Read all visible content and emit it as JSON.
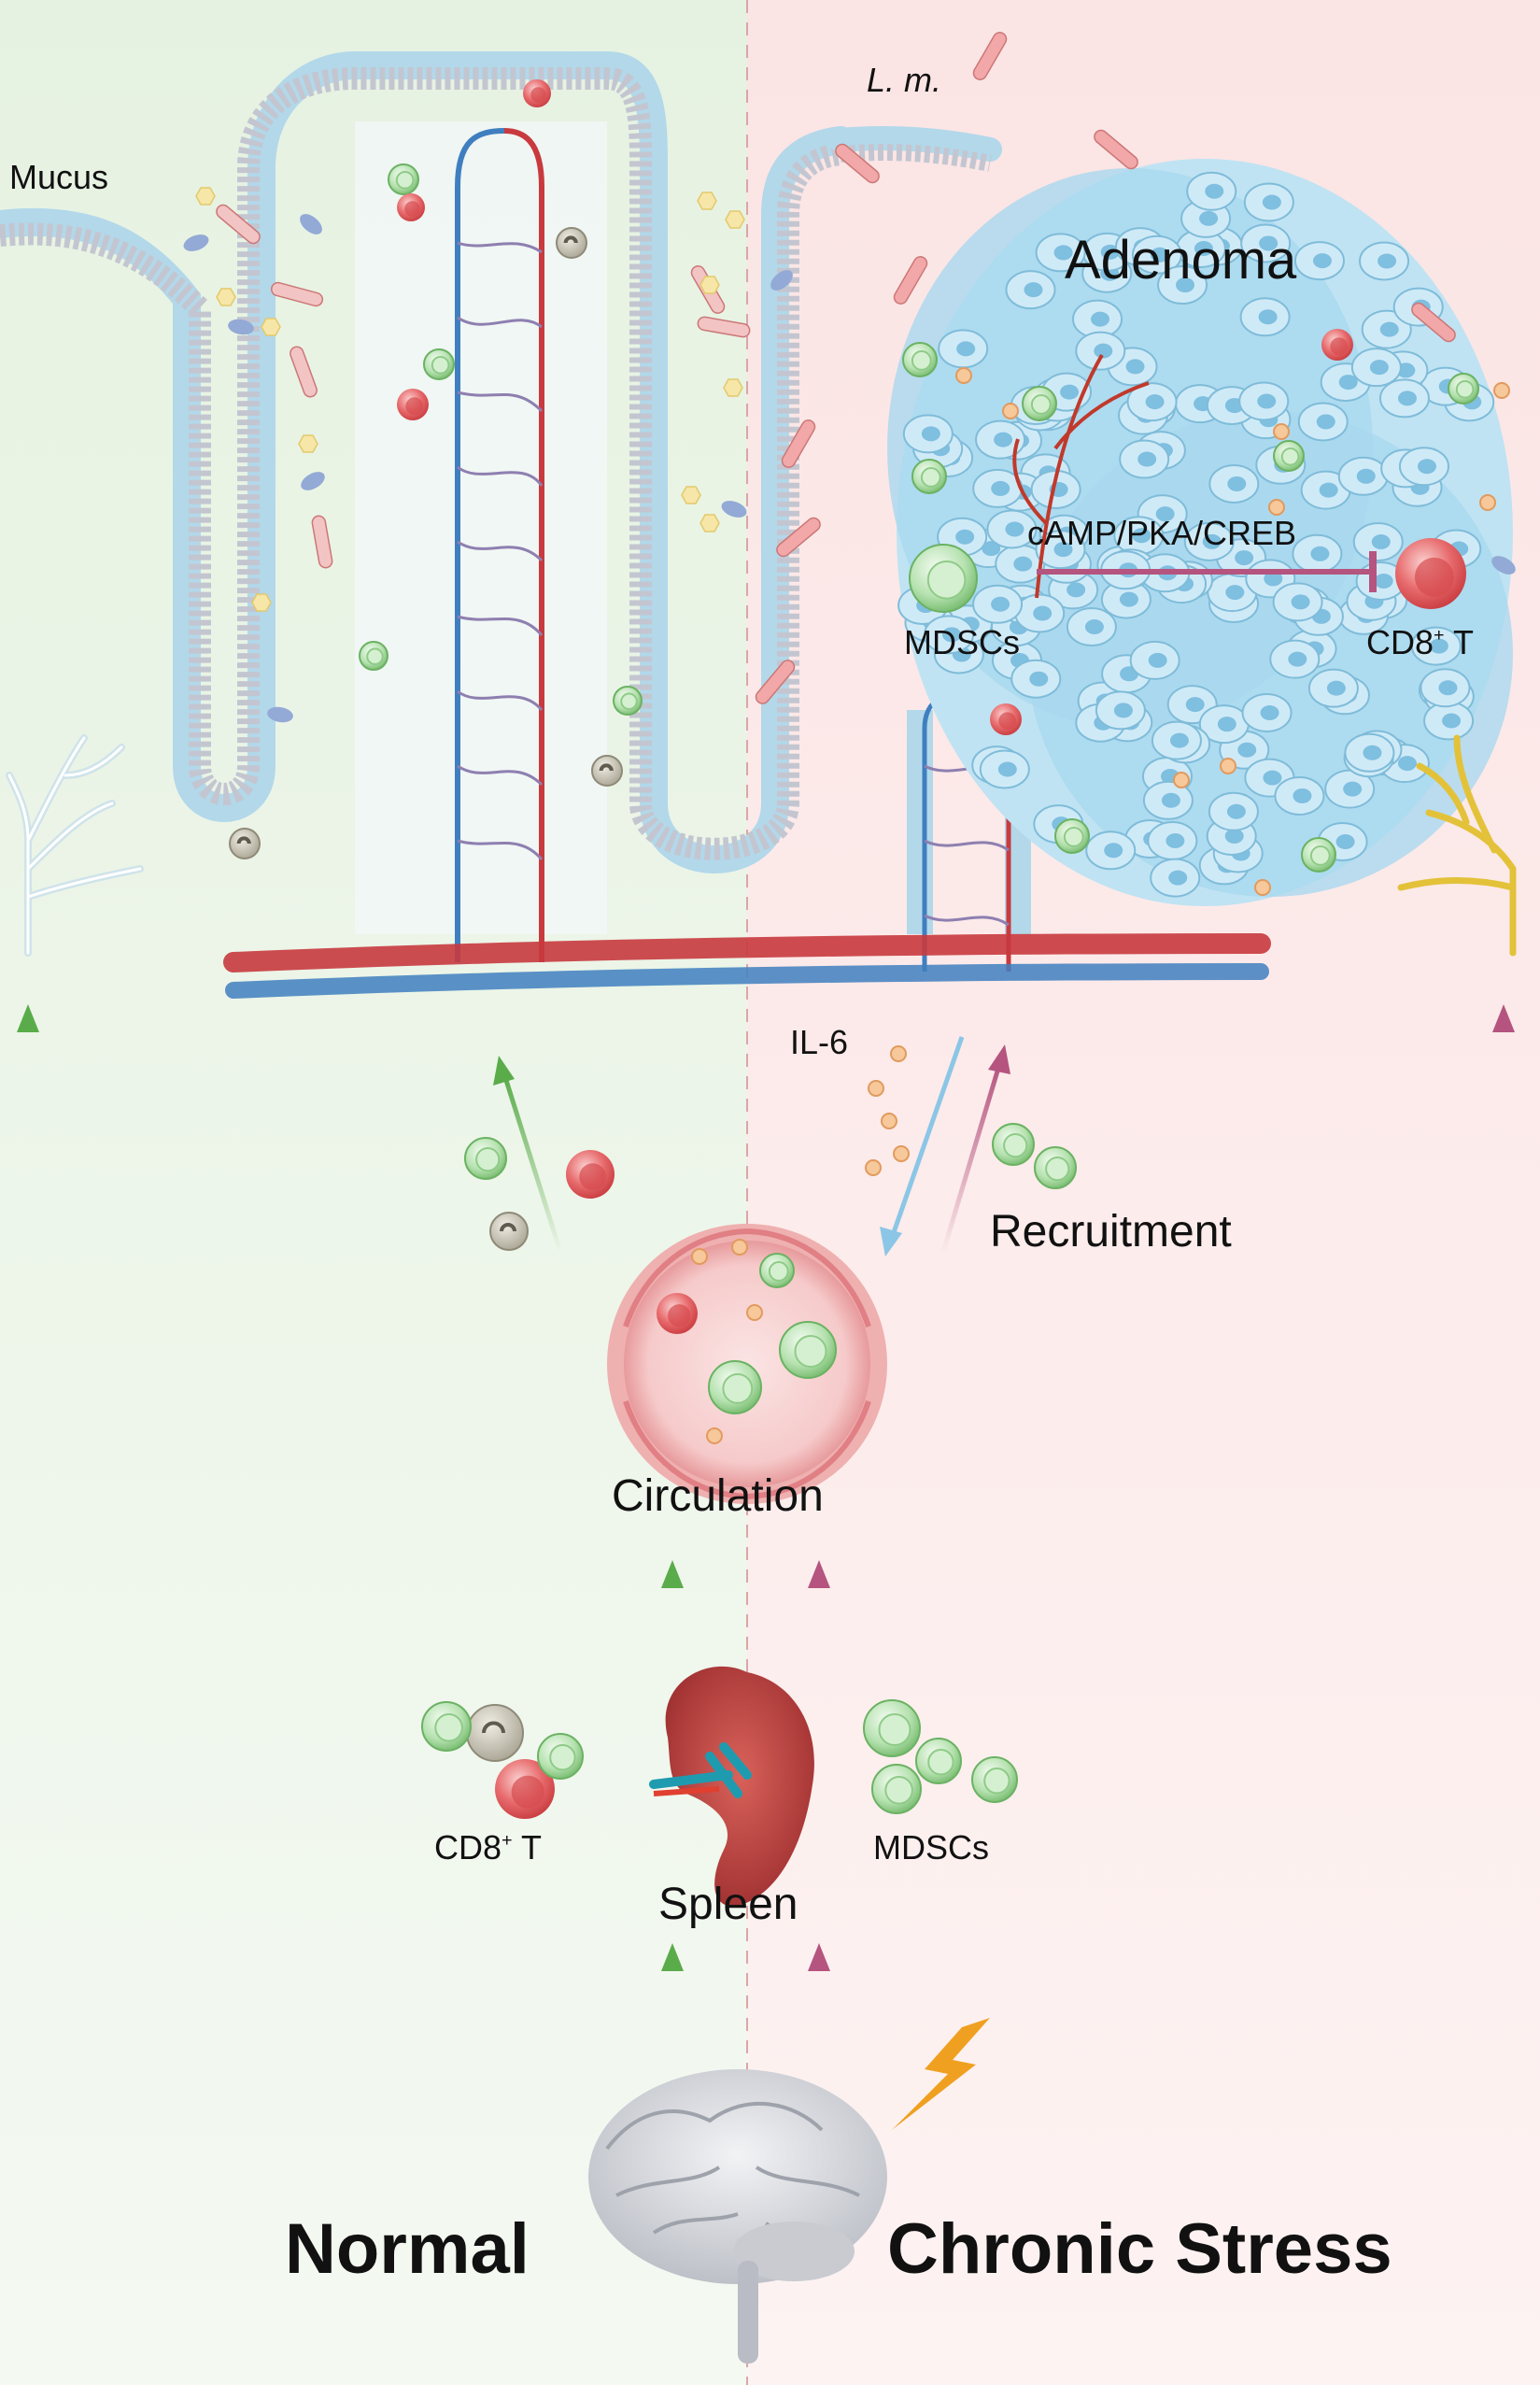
{
  "panels": {
    "left_title": "Normal",
    "right_title": "Chronic Stress"
  },
  "labels": {
    "mucus": "Mucus",
    "bacteria": "L. m.",
    "adenoma": "Adenoma",
    "pathway": "cAMP/PKA/CREB",
    "mdscs_tumor": "MDSCs",
    "cd8_tumor_base": "CD8",
    "cd8_tumor_sup": "+",
    "cd8_tumor_suffix": " T",
    "il6": "IL-6",
    "recruitment": "Recruitment",
    "circulation": "Circulation",
    "cd8_spleen_base": "CD8",
    "cd8_spleen_sup": "+",
    "cd8_spleen_suffix": " T",
    "mdscs_spleen": "MDSCs",
    "spleen": "Spleen"
  },
  "colors": {
    "normal_bg": "#eaf4e6",
    "stress_bg": "#fbe9e9",
    "normal_arrow": "#5aac4a",
    "stress_arrow": "#b5547f",
    "il6_arrow": "#8cc6e6",
    "artery": "#c83a3e",
    "vein": "#3f7fc0",
    "tumor_cell": "#a9d8ef",
    "mdsc": "#9fd69a",
    "cd8_t_cell": "#e05a5e",
    "nerve_normal": "#d5e8ef",
    "nerve_stress": "#e3c23a",
    "lightning": "#f0a020"
  },
  "icons": [
    "brain-icon",
    "spleen-icon",
    "lightning-icon",
    "nerve-icon",
    "blood-vessel-icon",
    "bacteria-icon"
  ]
}
